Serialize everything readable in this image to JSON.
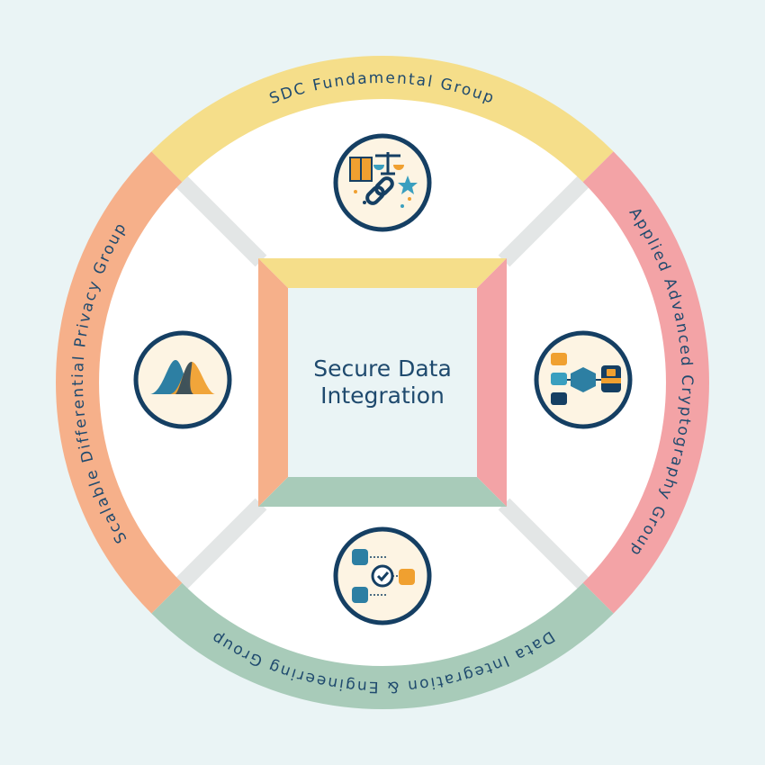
{
  "center": {
    "line1": "Secure Data",
    "line2": "Integration"
  },
  "groups": [
    {
      "label": "SDC Fundamental Group",
      "color": "#f5de8a",
      "icon": "scales-book-link-icon"
    },
    {
      "label": "Applied Advanced Cryptography Group",
      "color": "#f3a3a6",
      "icon": "encrypted-databases-icon"
    },
    {
      "label": "Data Integration & Engineering Group",
      "color": "#a8cbb9",
      "icon": "database-merge-check-icon"
    },
    {
      "label": "Scalable Differential Privacy Group",
      "color": "#f6b08a",
      "icon": "distribution-curves-icon"
    }
  ],
  "colors": {
    "background": "#eaf4f5",
    "text": "#1f4a6e",
    "icon_ring": "#153f63",
    "icon_fill": "#fdf4e3"
  }
}
